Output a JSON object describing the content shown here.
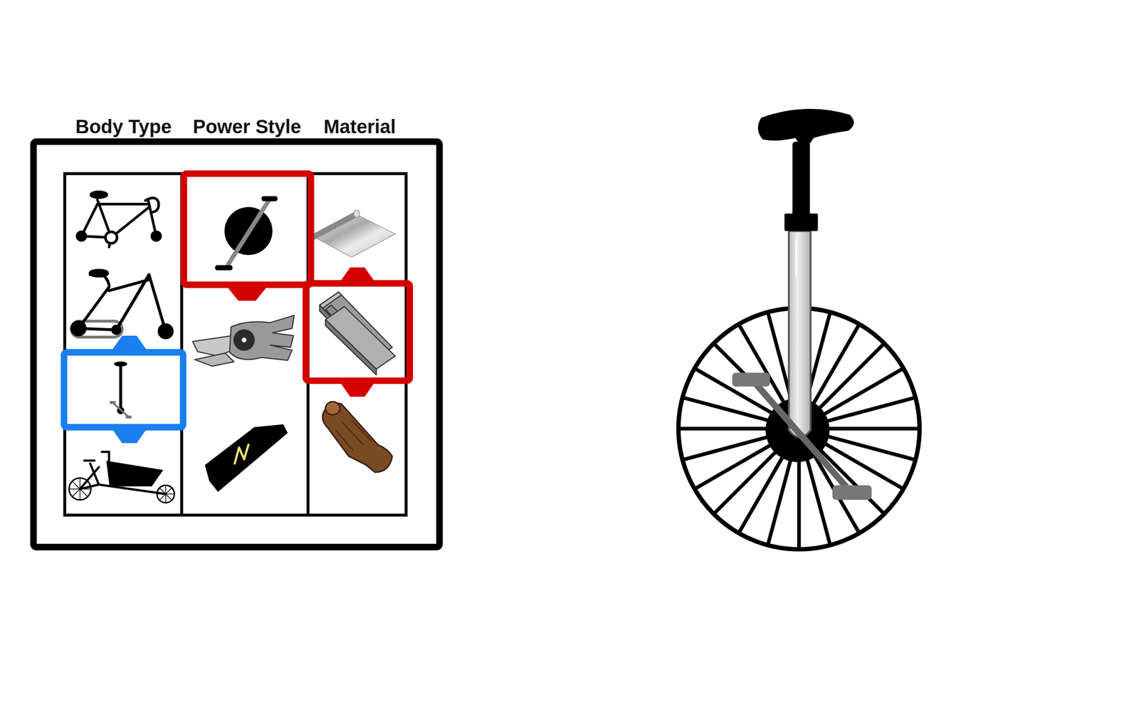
{
  "diagram": {
    "labels": [
      "Body Type",
      "Power Style",
      "Material"
    ]
  }
}
